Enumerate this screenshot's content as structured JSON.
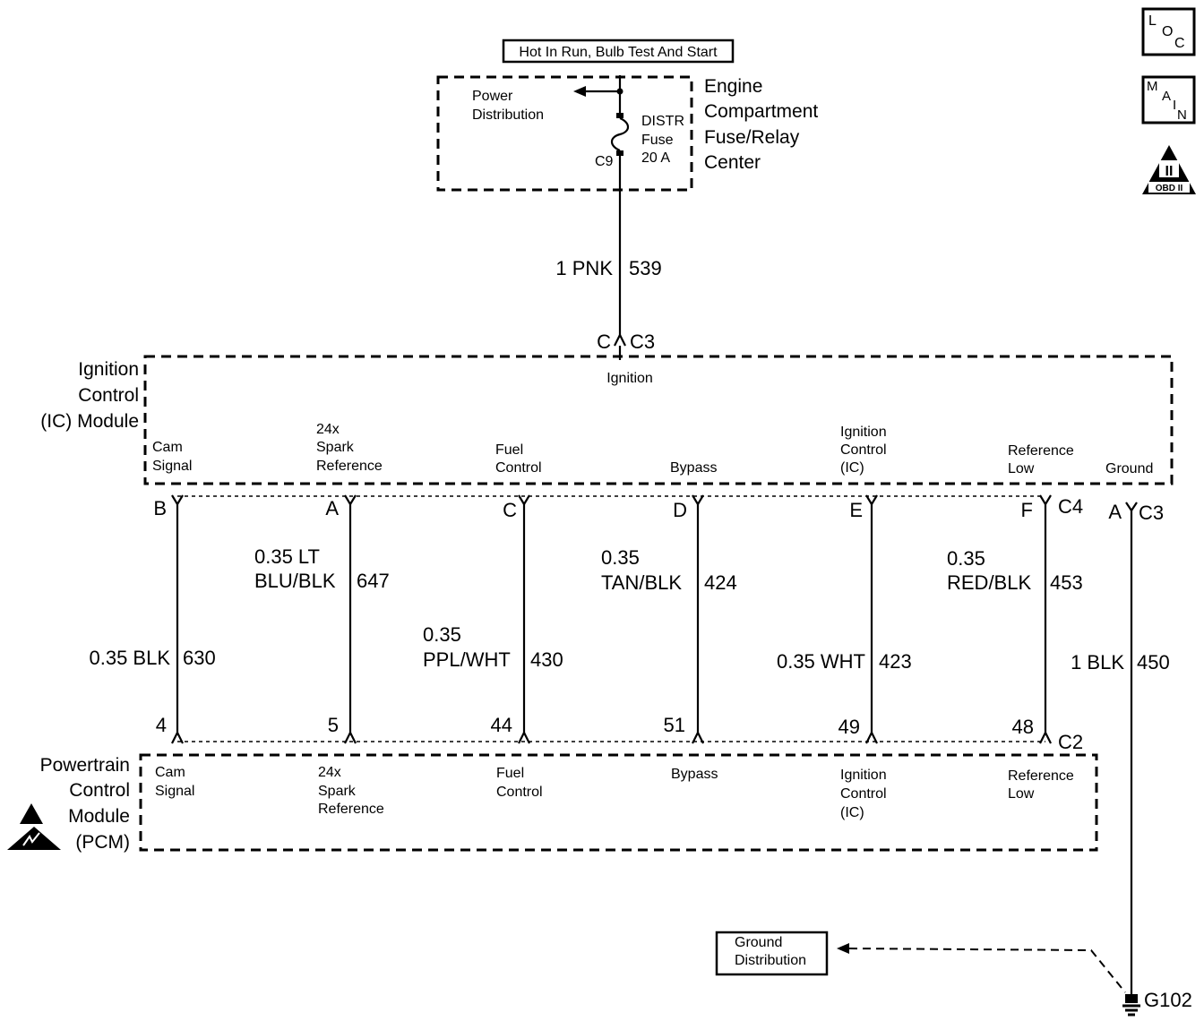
{
  "supply": {
    "hot_label": "Hot In Run, Bulb Test And Start",
    "power_distribution": [
      "Power",
      "Distribution"
    ],
    "fuse": [
      "DISTR",
      "Fuse",
      "20 A"
    ],
    "fuse_connector": "C9",
    "center_name": [
      "Engine",
      "Compartment",
      "Fuse/Relay",
      "Center"
    ],
    "feed_wire": {
      "gauge_color": "1 PNK",
      "circuit": "539"
    },
    "feed_pin": "C",
    "feed_connector": "C3"
  },
  "ic_module": {
    "name": [
      "Ignition",
      "Control",
      "(IC) Module"
    ],
    "ignition_label": "Ignition",
    "top_connector": "C4",
    "ground_connector": "C3",
    "ground_pin": "A",
    "terminals": [
      {
        "label": [
          "Cam",
          "Signal"
        ]
      },
      {
        "label": [
          "24x",
          "Spark",
          "Reference"
        ]
      },
      {
        "label": [
          "Fuel",
          "Control"
        ]
      },
      {
        "label": [
          "Bypass"
        ]
      },
      {
        "label": [
          "Ignition",
          "Control",
          "(IC)"
        ]
      },
      {
        "label": [
          "Reference",
          "Low"
        ]
      },
      {
        "label": [
          "Ground"
        ]
      }
    ]
  },
  "circuits": [
    {
      "ic_pin": "B",
      "pcm_pin": "4",
      "gauge_color": [
        "0.35 BLK"
      ],
      "circuit": "630"
    },
    {
      "ic_pin": "A",
      "pcm_pin": "5",
      "gauge_color": [
        "0.35 LT",
        "BLU/BLK"
      ],
      "circuit": "647"
    },
    {
      "ic_pin": "C",
      "pcm_pin": "44",
      "gauge_color": [
        "0.35",
        "PPL/WHT"
      ],
      "circuit": "430"
    },
    {
      "ic_pin": "D",
      "pcm_pin": "51",
      "gauge_color": [
        "0.35",
        "TAN/BLK"
      ],
      "circuit": "424"
    },
    {
      "ic_pin": "E",
      "pcm_pin": "49",
      "gauge_color": [
        "0.35 WHT"
      ],
      "circuit": "423"
    },
    {
      "ic_pin": "F",
      "pcm_pin": "48",
      "gauge_color": [
        "0.35",
        "RED/BLK"
      ],
      "circuit": "453"
    }
  ],
  "ground_wire": {
    "gauge_color": "1 BLK",
    "circuit": "450"
  },
  "pcm": {
    "name": [
      "Powertrain",
      "Control",
      "Module",
      "(PCM)"
    ],
    "connector": "C2",
    "terminals": [
      {
        "label": [
          "Cam",
          "Signal"
        ]
      },
      {
        "label": [
          "24x",
          "Spark",
          "Reference"
        ]
      },
      {
        "label": [
          "Fuel",
          "Control"
        ]
      },
      {
        "label": [
          "Bypass"
        ]
      },
      {
        "label": [
          "Ignition",
          "Control",
          "(IC)"
        ]
      },
      {
        "label": [
          "Reference",
          "Low"
        ]
      }
    ]
  },
  "ground": {
    "distribution": [
      "Ground",
      "Distribution"
    ],
    "point": "G102"
  },
  "nav": {
    "loc": [
      "L",
      "O",
      "C"
    ],
    "main": [
      "M",
      "A",
      "I",
      "N"
    ],
    "obd": [
      "II",
      "OBD II"
    ]
  }
}
